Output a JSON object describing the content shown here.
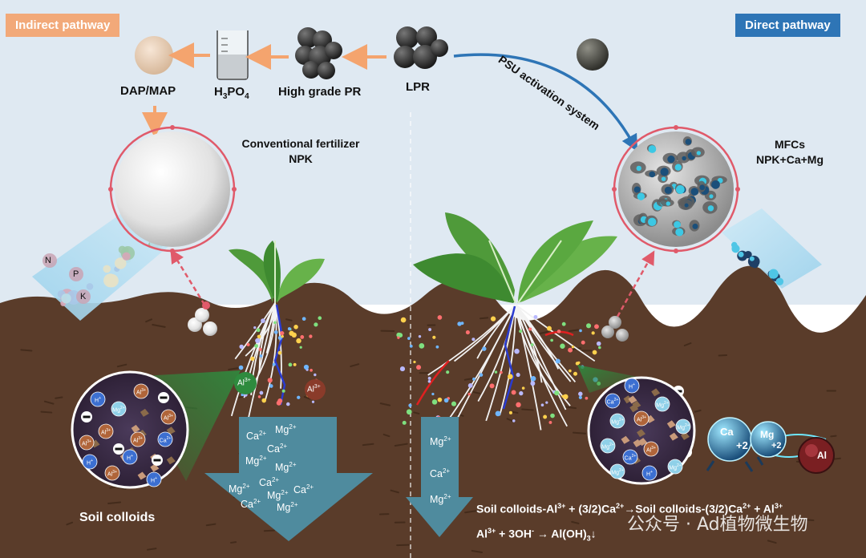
{
  "badges": {
    "indirect": "Indirect pathway",
    "direct": "Direct pathway"
  },
  "labels": {
    "dap_map": "DAP/MAP",
    "h3po4": {
      "base": "H",
      "sub1": "3",
      "mid": "PO",
      "sub2": "4"
    },
    "high_grade_pr": "High grade PR",
    "lpr": "LPR",
    "psu": "PSU activation system",
    "conventional_line1": "Conventional fertilizer",
    "conventional_line2": "NPK",
    "mfcs_line1": "MFCs",
    "mfcs_line2": "NPK+Ca+Mg",
    "soil_colloids": "Soil colloids"
  },
  "nutrients": [
    "N",
    "P",
    "K"
  ],
  "ion_labels": {
    "al": "Al",
    "h": "H",
    "mg": "Mg",
    "ca": "Ca",
    "three_plus": "3+",
    "plus": "+",
    "two_plus": "2+",
    "plus2": "+2"
  },
  "left_arrow_ions": [
    "Ca",
    "Mg",
    "Ca",
    "Mg",
    "Mg",
    "Mg",
    "Ca",
    "Mg",
    "Ca",
    "Ca",
    "Mg"
  ],
  "right_arrow_ions": [
    "Mg",
    "Ca",
    "Mg"
  ],
  "equations": {
    "eq1": {
      "p1": "Soil colloids-Al",
      "s1": "3+",
      "p2": " + (3/2)Ca",
      "s2": "2+",
      "p3": "→Soil colloids-(3/2)Ca",
      "s3": "2+",
      "p4": " + Al",
      "s4": "3+"
    },
    "eq2": {
      "p1": "Al",
      "s1": "3+",
      "p2": " + 3OH",
      "s2": "-",
      "p3": " → Al(OH)",
      "b1": "3",
      "p4": "↓"
    }
  },
  "watermark": "公众号 · Ad植物微生物",
  "colors": {
    "sky": "#dfe9f2",
    "soil": "#5a3c2a",
    "indirect_badge": "#f2a979",
    "direct_badge": "#2e75b6",
    "arrow_orange": "#f4a46e",
    "arrow_blue": "#2e75b6",
    "leaching_arrow": "#4f8b9e",
    "ring_red": "#e05a6a"
  }
}
